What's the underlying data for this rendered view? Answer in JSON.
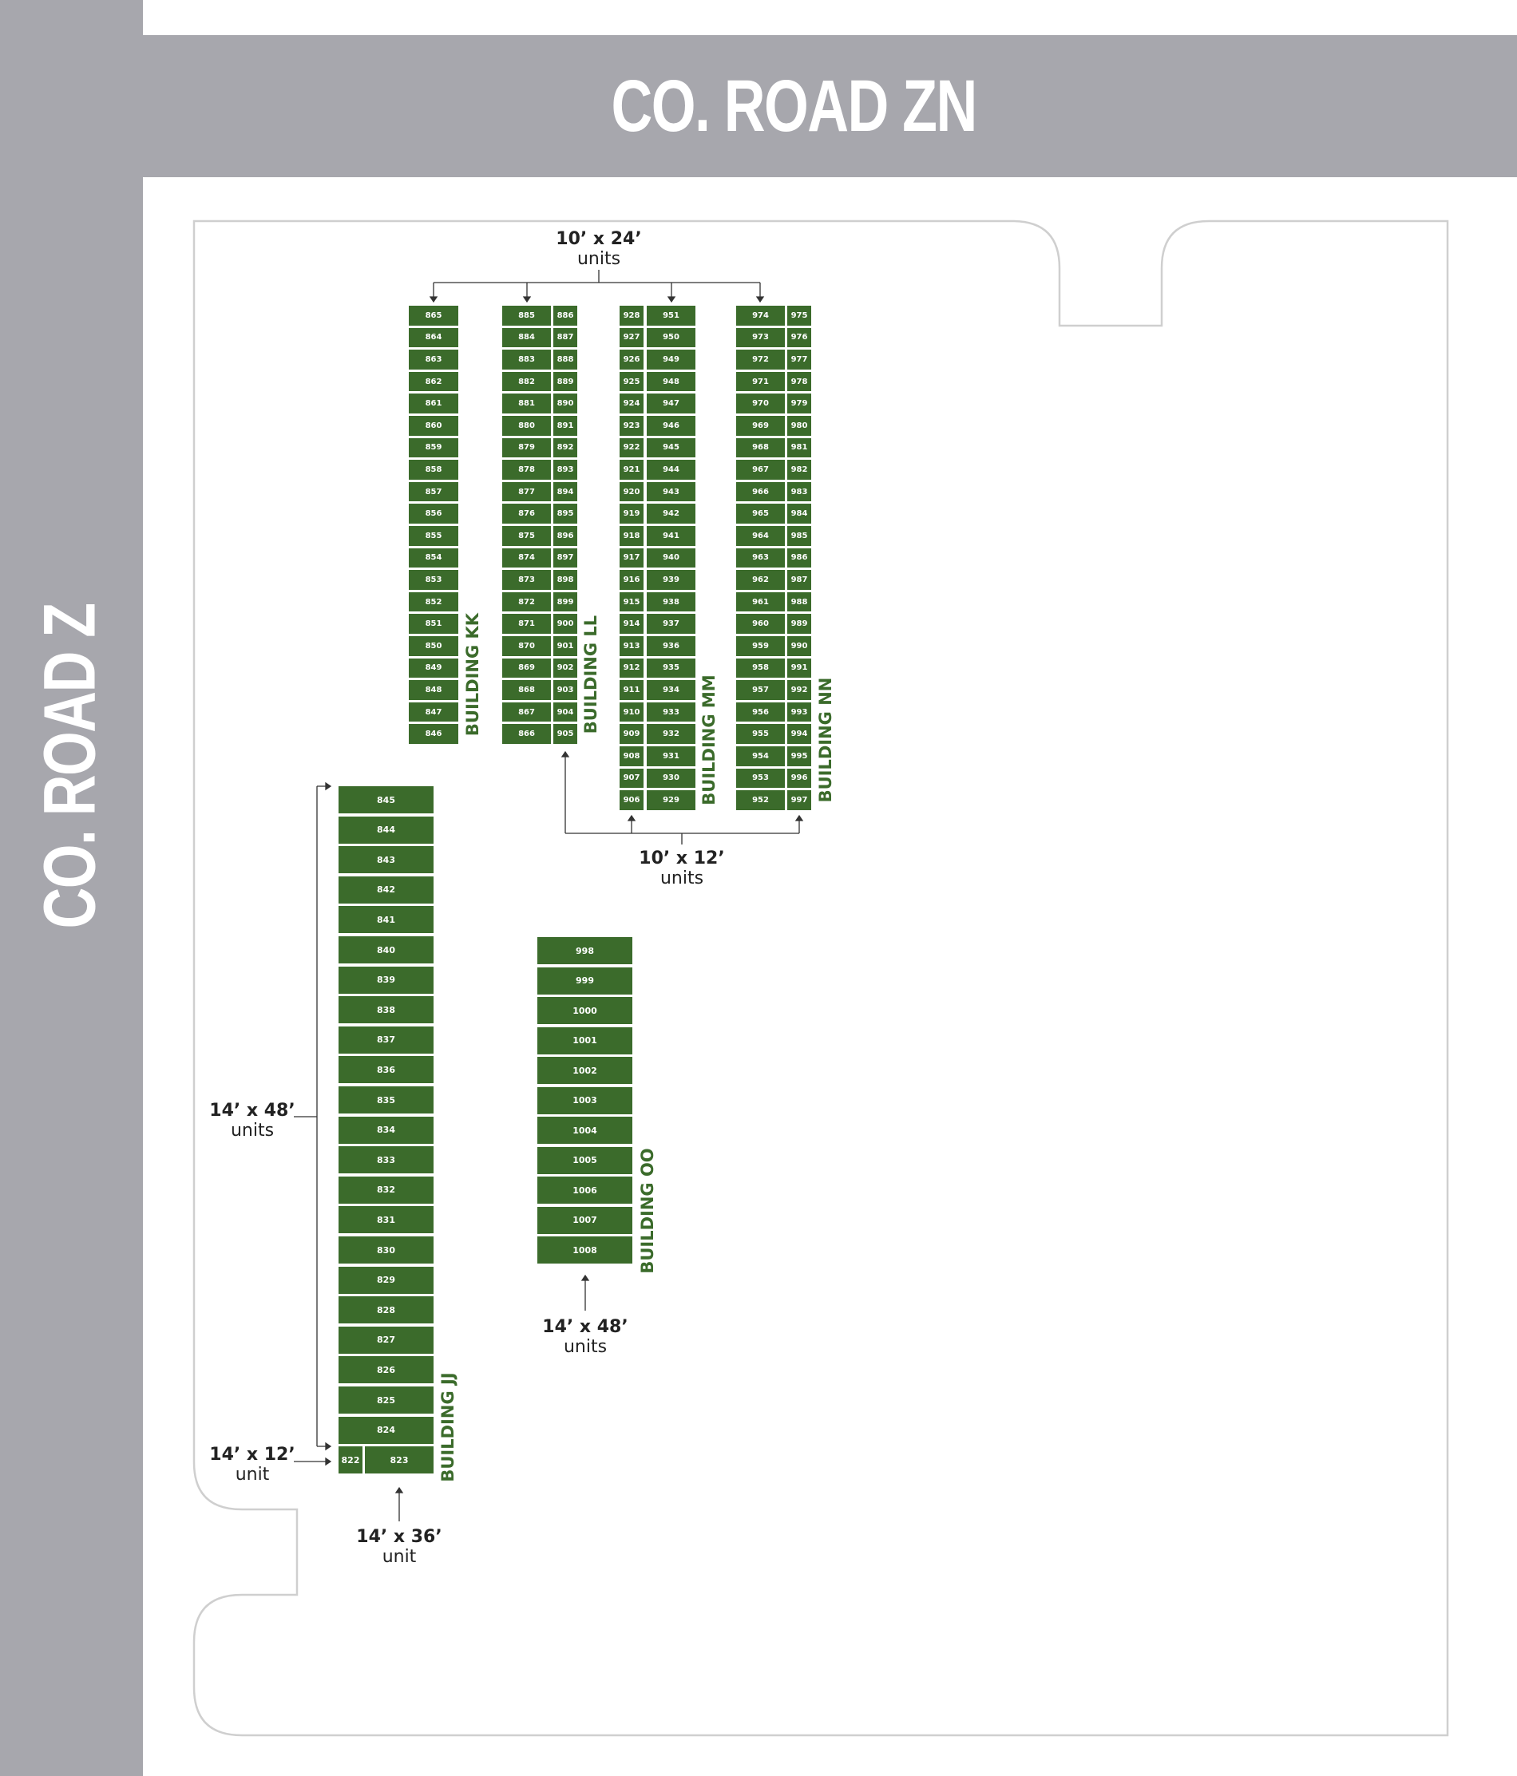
{
  "roads": {
    "top": "CO. ROAD ZN",
    "left": "CO. ROAD Z"
  },
  "buildings": [
    {
      "label": "BUILDING KK",
      "col1": [
        865,
        864,
        863,
        862,
        861,
        860,
        859,
        858,
        857,
        856,
        855,
        854,
        853,
        852,
        851,
        850,
        849,
        848,
        847,
        846
      ],
      "col2": []
    },
    {
      "label": "BUILDING LL",
      "col1": [
        885,
        884,
        883,
        882,
        881,
        880,
        879,
        878,
        877,
        876,
        875,
        874,
        873,
        872,
        871,
        870,
        869,
        868,
        867,
        866
      ],
      "col2": [
        886,
        887,
        888,
        889,
        890,
        891,
        892,
        893,
        894,
        895,
        896,
        897,
        898,
        899,
        900,
        901,
        902,
        903,
        904,
        905
      ]
    },
    {
      "label": "BUILDING MM",
      "col1": [
        928,
        927,
        926,
        925,
        924,
        923,
        922,
        921,
        920,
        919,
        918,
        917,
        916,
        915,
        914,
        913,
        912,
        911,
        910,
        909,
        908,
        907,
        906
      ],
      "col2": [
        951,
        950,
        949,
        948,
        947,
        946,
        945,
        944,
        943,
        942,
        941,
        940,
        939,
        938,
        937,
        936,
        935,
        934,
        933,
        932,
        931,
        930,
        929
      ]
    },
    {
      "label": "BUILDING NN",
      "col1": [
        974,
        973,
        972,
        971,
        970,
        969,
        968,
        967,
        966,
        965,
        964,
        963,
        962,
        961,
        960,
        959,
        958,
        957,
        956,
        955,
        954,
        953,
        952
      ],
      "col2": [
        975,
        976,
        977,
        978,
        979,
        980,
        981,
        982,
        983,
        984,
        985,
        986,
        987,
        988,
        989,
        990,
        991,
        992,
        993,
        994,
        995,
        996,
        997
      ]
    },
    {
      "label": "BUILDING JJ",
      "col1": [
        845,
        844,
        843,
        842,
        841,
        840,
        839,
        838,
        837,
        836,
        835,
        834,
        833,
        832,
        831,
        830,
        829,
        828,
        827,
        826,
        825,
        824
      ],
      "split": [
        822,
        823
      ]
    },
    {
      "label": "BUILDING OO",
      "col1": [
        998,
        999,
        1000,
        1001,
        1002,
        1003,
        1004,
        1005,
        1006,
        1007,
        1008
      ]
    }
  ],
  "annotations": {
    "a_10x24": {
      "dim": "10’ x 24’",
      "unit": "units"
    },
    "a_10x12": {
      "dim": "10’ x 12’",
      "unit": "units"
    },
    "a_14x48_jj": {
      "dim": "14’ x 48’",
      "unit": "units"
    },
    "a_14x12": {
      "dim": "14’ x 12’",
      "unit": "unit"
    },
    "a_14x36": {
      "dim": "14’ x 36’",
      "unit": "unit"
    },
    "a_14x48_oo": {
      "dim": "14’ x 48’",
      "unit": "units"
    }
  },
  "colors": {
    "unit_fill": "#3b6b2b",
    "road": "#a7a7ad",
    "outline": "#cfcfcf"
  }
}
